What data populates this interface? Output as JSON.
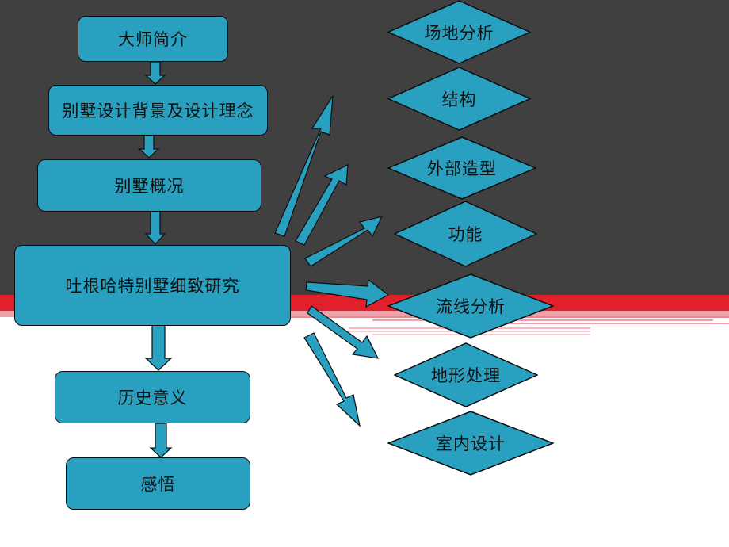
{
  "colors": {
    "box_fill": "#2aa0c0",
    "outline": "#0d0d0d",
    "dark_band": "#404040",
    "red_stripe": "#e0202a",
    "pink_stripe": "#f0a0a8"
  },
  "main_flow": [
    {
      "id": "intro",
      "label": "大师简介"
    },
    {
      "id": "background",
      "label": "别墅设计背景及设计理念"
    },
    {
      "id": "overview",
      "label": "别墅概况"
    },
    {
      "id": "research",
      "label": "吐根哈特别墅细致研究"
    },
    {
      "id": "history",
      "label": "历史意义"
    },
    {
      "id": "reflection",
      "label": "感悟"
    }
  ],
  "research_topics": [
    {
      "id": "site",
      "label": "场地分析"
    },
    {
      "id": "structure",
      "label": "结构"
    },
    {
      "id": "form",
      "label": "外部造型"
    },
    {
      "id": "function",
      "label": "功能"
    },
    {
      "id": "circulation",
      "label": "流线分析"
    },
    {
      "id": "terrain",
      "label": "地形处理"
    },
    {
      "id": "interior",
      "label": "室内设计"
    }
  ]
}
